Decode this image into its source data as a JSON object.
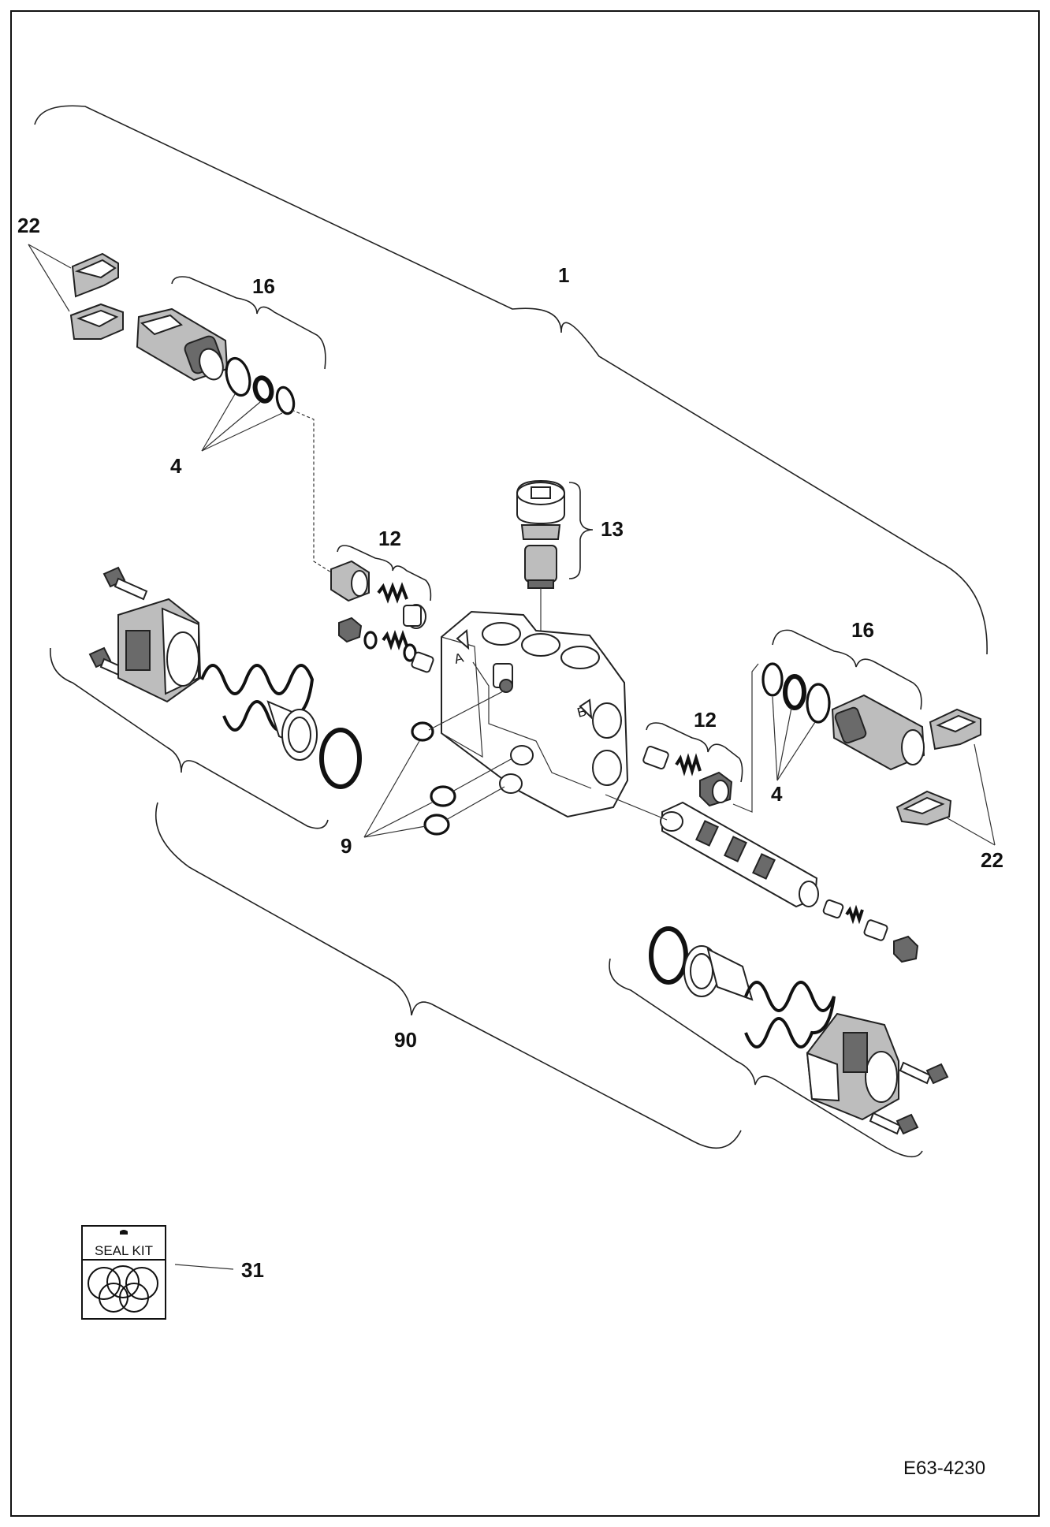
{
  "callouts": {
    "c1": "1",
    "c4_left": "4",
    "c4_right": "4",
    "c9": "9",
    "c12_left": "12",
    "c12_right": "12",
    "c13": "13",
    "c16_left": "16",
    "c16_right": "16",
    "c22_left": "22",
    "c22_right": "22",
    "c31": "31",
    "c90": "90"
  },
  "seal_kit_label": "SEAL KIT",
  "valve_port_labels": {
    "a": "A",
    "b": "B"
  },
  "drawing_id": "E63-4230"
}
